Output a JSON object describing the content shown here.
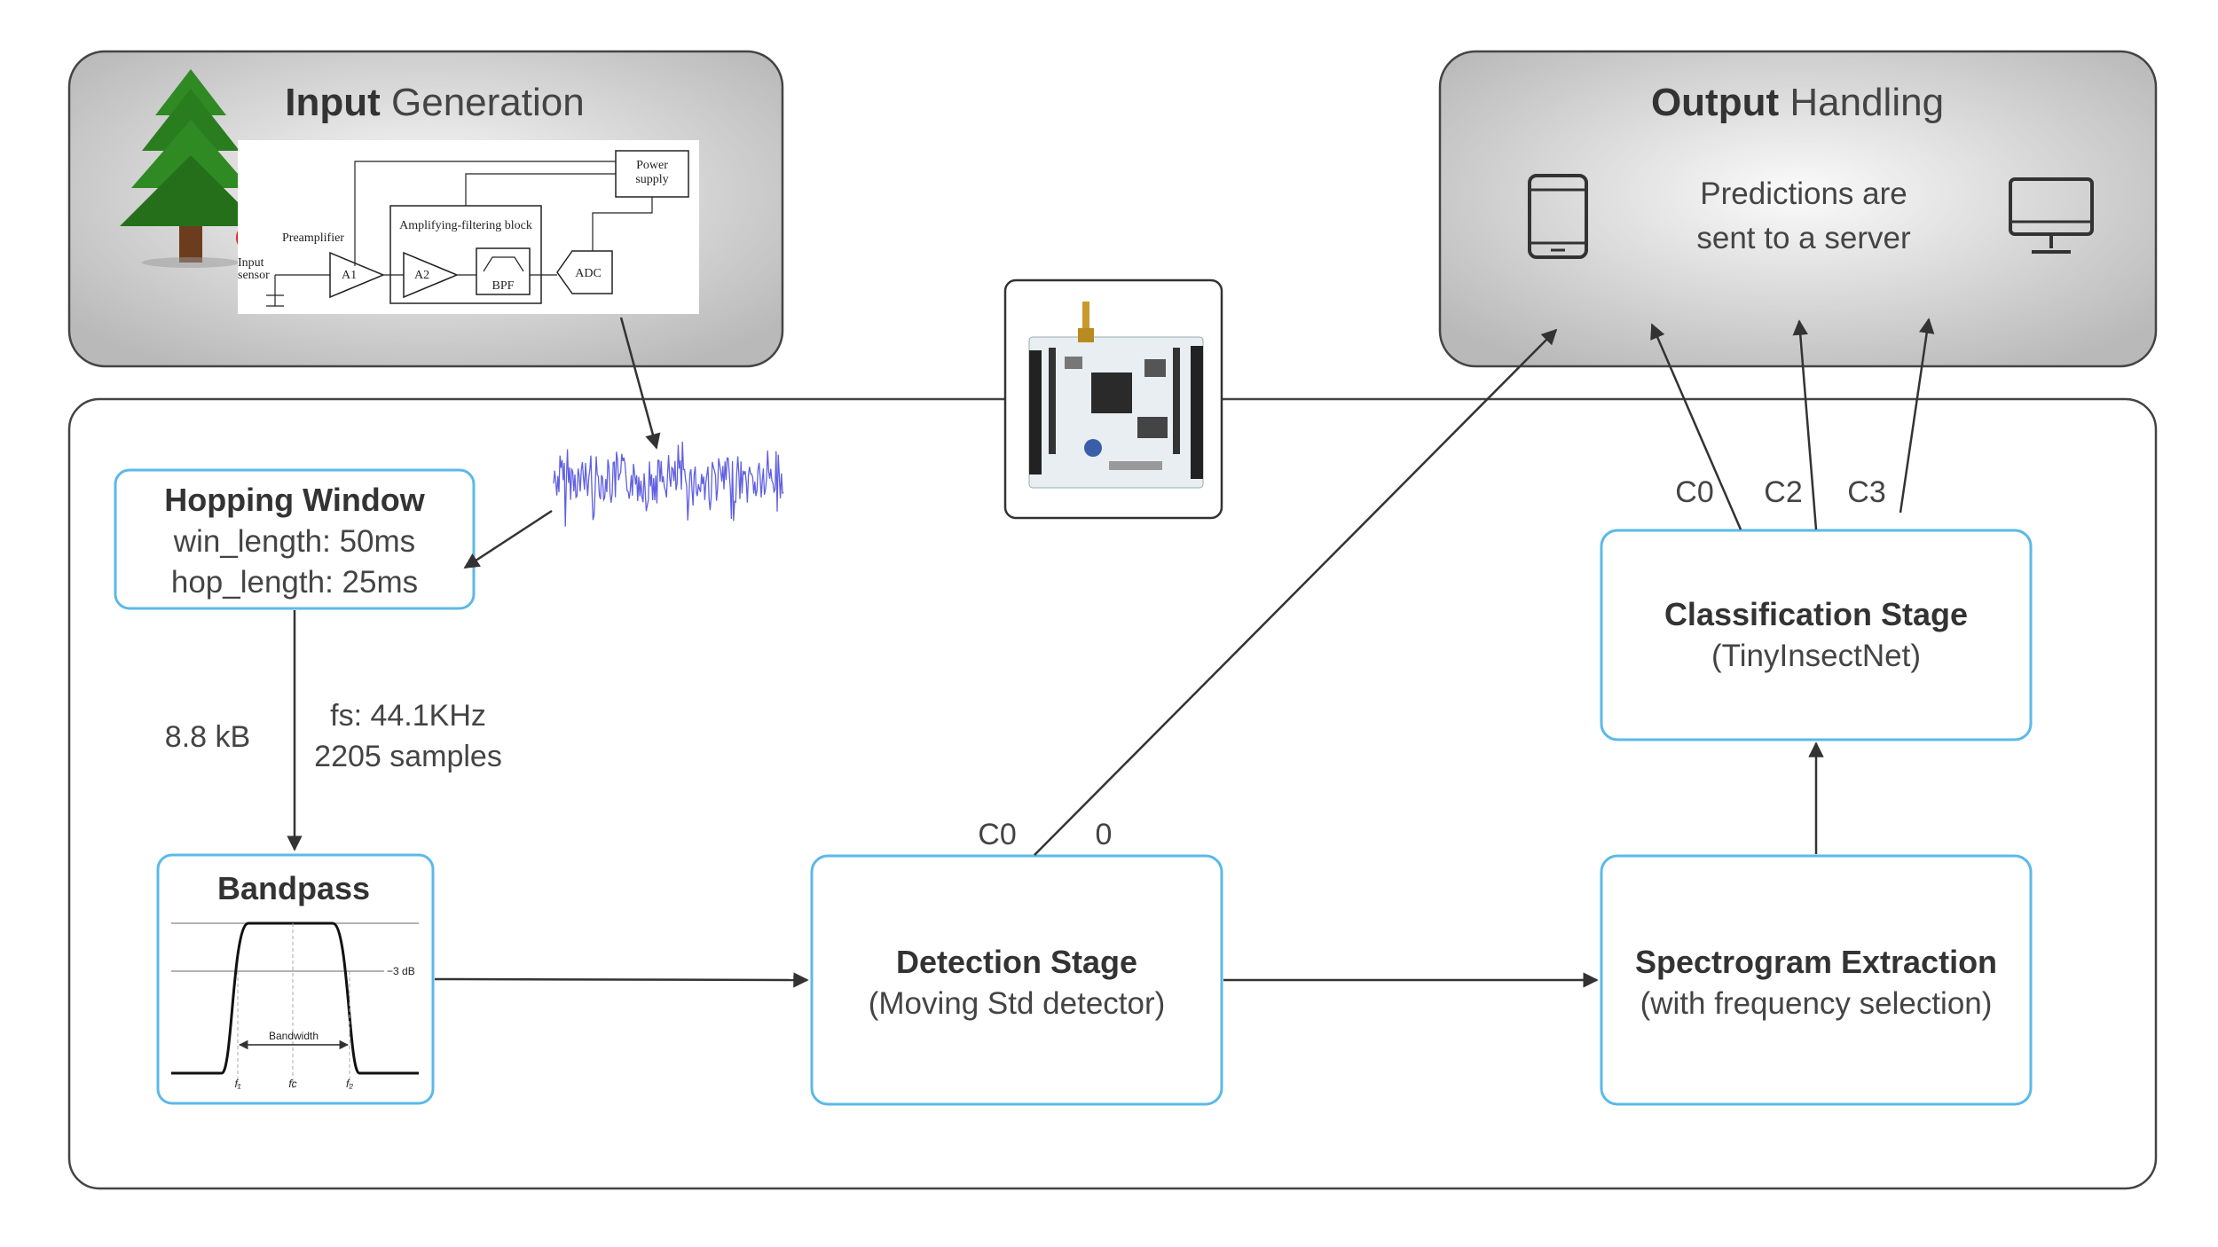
{
  "input_panel": {
    "title_bold": "Input",
    "title_rest": "Generation",
    "circuit": {
      "power_supply": [
        "Power",
        "supply"
      ],
      "amp_block": "Amplifying-filtering block",
      "preamplifier": "Preamplifier",
      "sensor": [
        "Input",
        "sensor"
      ],
      "a1": "A1",
      "a2": "A2",
      "bpf": "BPF",
      "adc": "ADC"
    }
  },
  "output_panel": {
    "title_bold": "Output",
    "title_rest": "Handling",
    "text_line1": "Predictions are",
    "text_line2": "sent to a server"
  },
  "hopping_window": {
    "title": "Hopping Window",
    "line1": "win_length: 50ms",
    "line2": "hop_length: 25ms"
  },
  "signal_info": {
    "size": "8.8 kB",
    "fs": "fs: 44.1KHz",
    "samples": "2205 samples"
  },
  "bandpass": {
    "title": "Bandpass",
    "db_label": "−3 dB",
    "bandwidth_label": "Bandwidth",
    "f1": "f₁",
    "fc": "fc",
    "f2": "f₂"
  },
  "detection": {
    "title": "Detection Stage",
    "subtitle": "(Moving Std detector)",
    "out_c0": "C0",
    "out_0": "0"
  },
  "spectrogram": {
    "title": "Spectrogram Extraction",
    "subtitle": "(with frequency selection)"
  },
  "classification": {
    "title": "Classification Stage",
    "subtitle": "(TinyInsectNet)",
    "outputs": [
      "C0",
      "C2",
      "C3"
    ]
  },
  "colors": {
    "box_border": "#5bb9e8",
    "panel_gray": "#c8c8c8",
    "waveform": "#4444dd"
  },
  "icons": [
    "tree-icon",
    "tablet-icon",
    "monitor-icon",
    "microcontroller-board-image"
  ]
}
